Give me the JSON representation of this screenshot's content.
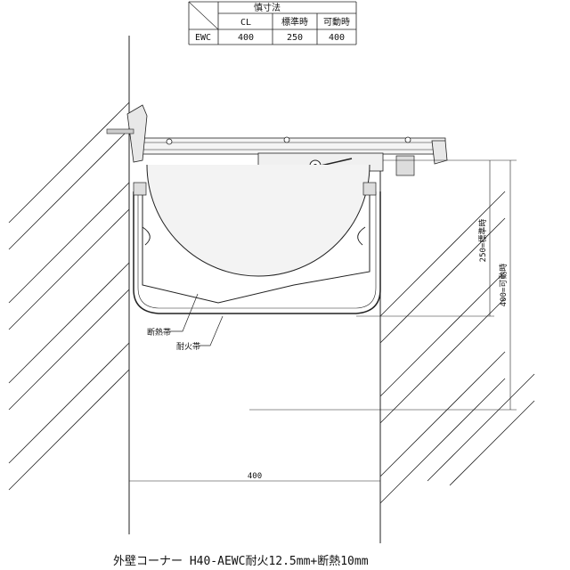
{
  "table": {
    "title": "慎寸法",
    "headers": [
      "CL",
      "標準時",
      "可動時"
    ],
    "rows": [
      {
        "label": "EWC",
        "values": [
          "400",
          "250",
          "400"
        ]
      }
    ]
  },
  "dimensions": {
    "width": "400",
    "standard": "250=標準時",
    "movable": "400=可動時"
  },
  "labels": {
    "insulation_band": "断熱帯",
    "fire_band": "耐火帯"
  },
  "caption": "外壁コーナー H40-AEWC耐火12.5mm+断熱10mm"
}
